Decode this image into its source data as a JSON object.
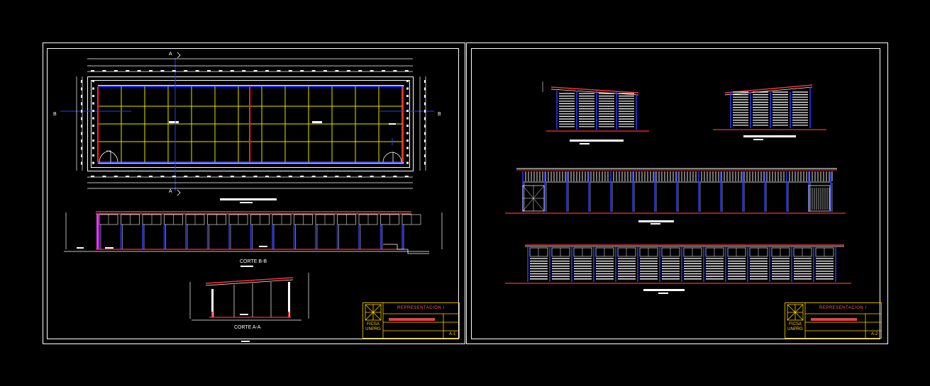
{
  "sheet1": {
    "section_bb_label": "CORTE B-B",
    "section_aa_label": "CORTE A-A",
    "axis_a_top": "A",
    "axis_a_bottom": "A",
    "axis_b_left": "B",
    "axis_b_right": "B",
    "titleblock": {
      "title": "REPRESENTACION I",
      "logo_line1": "FICSA",
      "logo_line2": "UNPRG",
      "sheet": "A-1"
    }
  },
  "sheet2": {
    "titleblock": {
      "title": "REPRESENTACION I",
      "logo_line1": "FICSA",
      "logo_line2": "UNPRG",
      "sheet": "A-2"
    }
  },
  "colors": {
    "background": "#000000",
    "border": "#ffffff",
    "structure": "#ffff00",
    "column_red": "#ff0000",
    "column_blue": "#0000ff",
    "titleblock": "#ffd000"
  }
}
